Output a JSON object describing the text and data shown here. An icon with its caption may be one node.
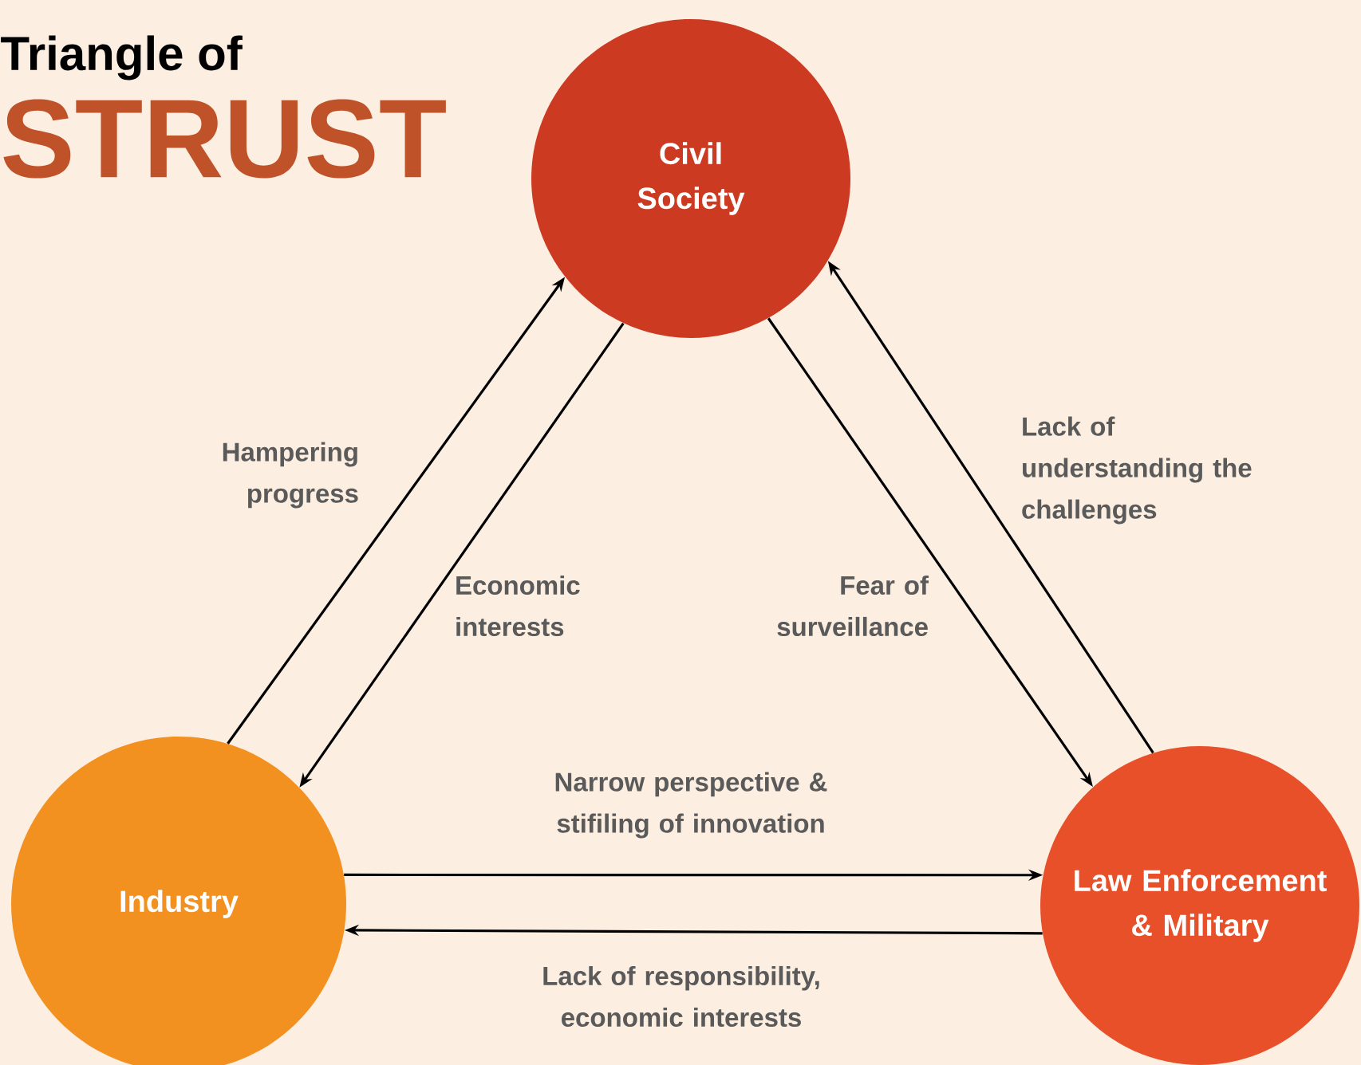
{
  "diagram": {
    "title": "Triangle of",
    "labels": [
      "STRUST"
    ],
    "nodes": [
      {
        "text": [
          "Civil Society"
        ]
      },
      {
        "text": [
          "Industry"
        ]
      },
      {
        "text": [
          "Law Enforcement & Military"
        ]
      }
    ],
    "edges": [
      {
        "from": 1,
        "to": 0,
        "arrow": "to",
        "label": "Hampering progress"
      },
      {
        "from": 0,
        "to": 1,
        "arrow": "to",
        "label": "Economic interests"
      },
      {
        "from": 0,
        "to": 2,
        "arrow": "to",
        "label": "Fear of surveillance"
      },
      {
        "from": 2,
        "to": 0,
        "arrow": "to",
        "label": "Lack of understanding the challenges"
      },
      {
        "from": 1,
        "to": 2,
        "arrow": "to",
        "label": "Narrow perspective & stifiling of innovation"
      },
      {
        "from": 2,
        "to": 1,
        "arrow": "to",
        "label": "Lack of responsibility, economic interests"
      }
    ]
  }
}
